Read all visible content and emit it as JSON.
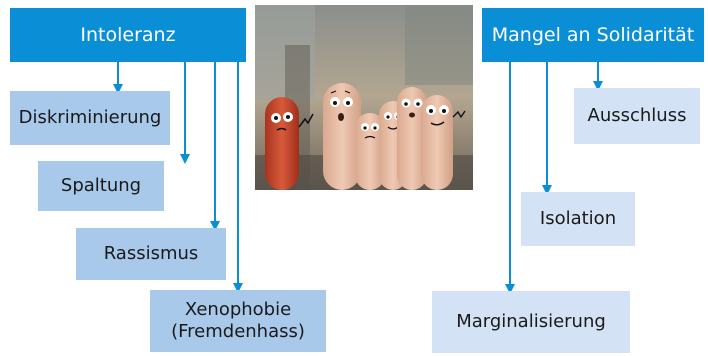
{
  "colors": {
    "header_fill": "#0a8fd6",
    "header_text": "#ffffff",
    "child_fill": "#a9c9eb",
    "child_fill_light": "#d3e3f5",
    "connector": "#0a8fd6"
  },
  "left_group": {
    "title": "Intoleranz",
    "items": [
      "Diskriminierung",
      "Spaltung",
      "Rassismus",
      "Xenophobie\n(Fremdenhass)"
    ]
  },
  "right_group": {
    "title": "Mangel an Solidarität",
    "items": [
      "Ausschluss",
      "Isolation",
      "Marginalisierung"
    ]
  },
  "photo": {
    "subject": "finger puppets with drawn faces"
  }
}
